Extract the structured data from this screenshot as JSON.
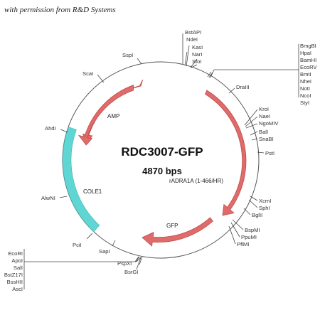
{
  "attribution": "with permission from R&D Systems",
  "plasmid": {
    "name": "RDC3007-GFP",
    "size": "4870 bps"
  },
  "features": {
    "amp": "AMP",
    "cole1": "COLE1",
    "insert": "rADRA1A (1-466/HR)",
    "gfp": "GFP"
  },
  "colors": {
    "arrow": "#e06b6b",
    "ori": "#5fd6d3",
    "backbone": "#555555"
  },
  "sites": {
    "bstapi": "BstAPI",
    "ndei": "NdeI",
    "kasi": "KasI",
    "nari": "NarI",
    "sfoi": "SfoI",
    "sspi": "SspI",
    "bmgbi": "BmgBI",
    "hpai": "HpaI",
    "bamhi": "BamHI",
    "ecorv": "EcoRV",
    "bmti": "BmtI",
    "nhei": "NheI",
    "noti": "NotI",
    "ncoi": "NcoI",
    "styi": "StyI",
    "scai": "ScaI",
    "dralll": "DraIII",
    "kroi": "KroI",
    "naei": "NaeI",
    "ngomiv": "NgoMIV",
    "bali": "BalI",
    "snabi": "SnaBI",
    "psti": "PstI",
    "ahdi": "AhdI",
    "alwni": "AlwNI",
    "xcmi": "XcmI",
    "sphi": "SphI",
    "bglii": "BglII",
    "bspmi": "BspMI",
    "ppumi": "PpuMI",
    "pflmi": "PflMI",
    "pcii": "PciI",
    "sapi": "SapI",
    "pspxi": "PspXI",
    "bsrgi": "BsrGI",
    "ecori": "EcoRI",
    "apoi": "ApoI",
    "sali": "SalI",
    "bstz17i": "BstZ17I",
    "bsshii": "BssHII",
    "asci": "AscI"
  }
}
